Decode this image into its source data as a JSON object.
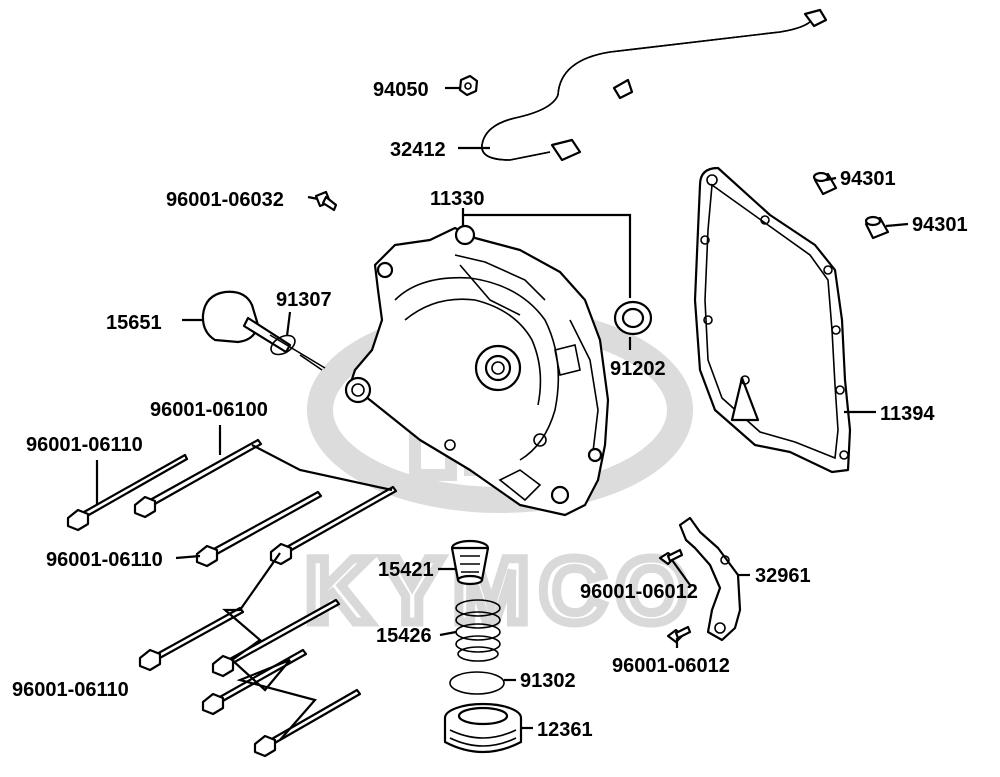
{
  "watermark": {
    "brand": "KYMCO",
    "color": "#d9d9d9"
  },
  "labels": {
    "p94050": "94050",
    "p32412": "32412",
    "p96001_06032": "96001-06032",
    "p11330": "11330",
    "p94301_a": "94301",
    "p94301_b": "94301",
    "p91307": "91307",
    "p15651": "15651",
    "p91202": "91202",
    "p96001_06100": "96001-06100",
    "p11394": "11394",
    "p96001_06110_a": "96001-06110",
    "p96001_06110_b": "96001-06110",
    "p15421": "15421",
    "p32961": "32961",
    "p96001_06012_a": "96001-06012",
    "p15426": "15426",
    "p96001_06012_b": "96001-06012",
    "p91302": "91302",
    "p96001_06110_c": "96001-06110",
    "p12361": "12361"
  },
  "icons": {
    "cover": "crankcase-cover-icon",
    "gasket": "cover-gasket-icon",
    "bolt": "flange-bolt-icon",
    "cable": "ground-cable-icon"
  }
}
